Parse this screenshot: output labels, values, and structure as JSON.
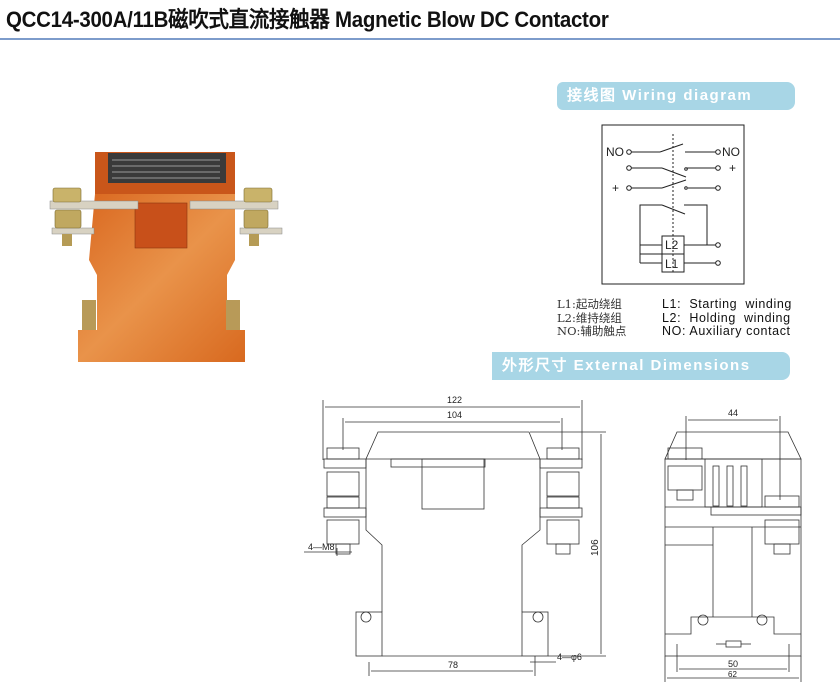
{
  "header": {
    "title": "QCC14-300A/11B磁吹式直流接触器 Magnetic Blow DC Contactor"
  },
  "product_photo": {
    "alt_icon": "contactor-photo"
  },
  "wiring": {
    "banner": "接线图 Wiring diagram",
    "labels": {
      "no_left": "NO",
      "no_right": "NO",
      "plus_right": "+",
      "plus_left": "+",
      "l2": "L2",
      "l1": "L1"
    },
    "legend_cn": [
      "L1:起动绕组",
      "L2:维持绕组",
      "NO:辅助触点"
    ],
    "legend_en": [
      "L1:  Starting  winding",
      "L2:  Holding  winding",
      "NO: Auxiliary contact"
    ]
  },
  "dimensions": {
    "banner": "外形尺寸 External Dimensions",
    "front": {
      "width_overall": "122",
      "bolt_spacing": "104",
      "height": "106",
      "mount_spacing": "78",
      "thread": "4—M8",
      "hole": "4—φ6"
    },
    "side": {
      "bolt_spacing": "44",
      "mount_spacing": "50",
      "depth": "62"
    }
  }
}
